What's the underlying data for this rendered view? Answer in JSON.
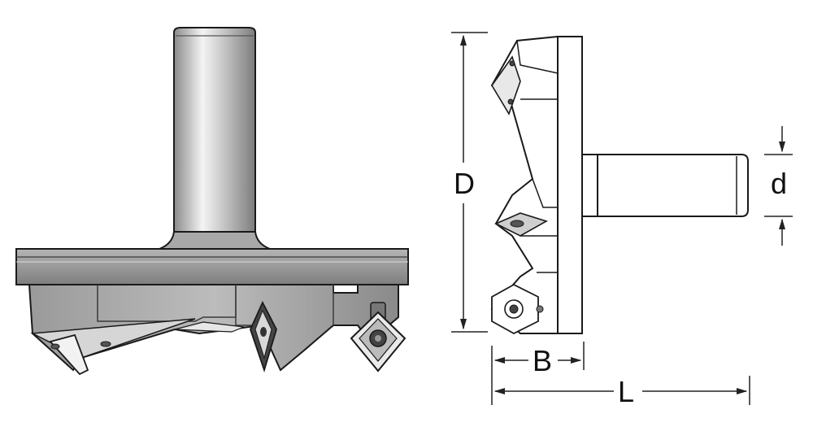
{
  "dimensions": {
    "diameter": "D",
    "shank_diameter": "d",
    "cutting_width": "B",
    "overall_length": "L"
  },
  "colors": {
    "outline": "#1a1a1a",
    "body_dark": "#8f8f8f",
    "body_mid": "#a8a8a8",
    "body_light": "#d0d0d0",
    "highlight": "#f2f2f2",
    "side_fill": "#ffffff",
    "dimension_line": "#222222"
  }
}
